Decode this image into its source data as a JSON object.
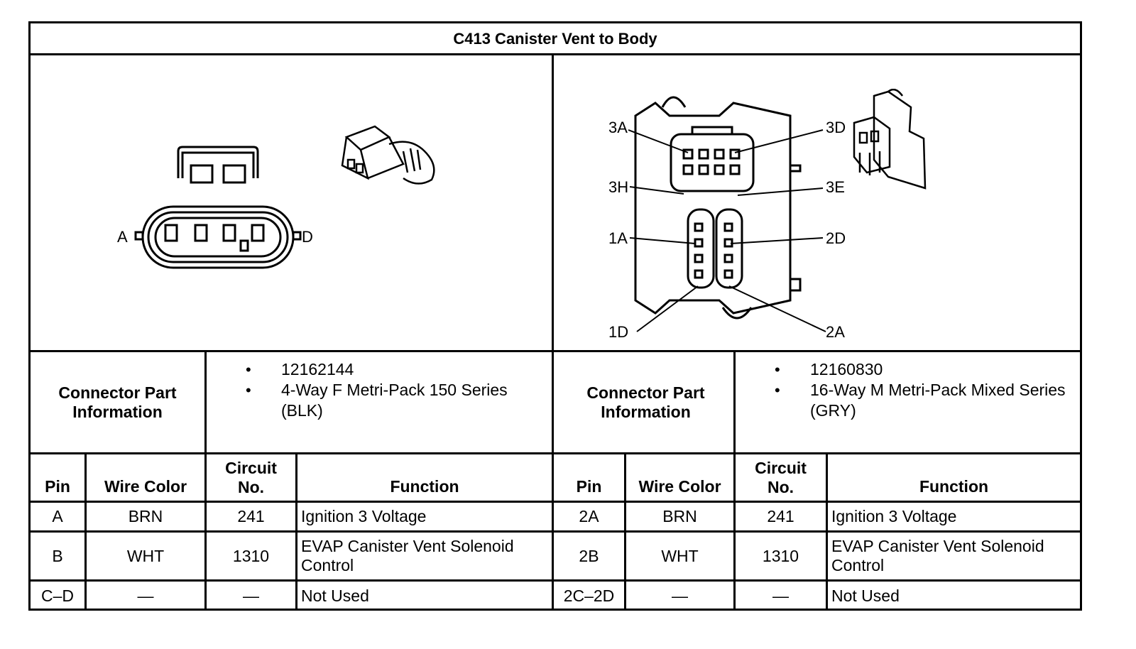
{
  "title": "C413 Canister Vent to Body",
  "left_connector": {
    "pin_labels": [
      "A",
      "D"
    ],
    "info_label": "Connector Part Information",
    "parts": [
      "12162144",
      "4-Way F Metri-Pack 150 Series (BLK)"
    ]
  },
  "right_connector": {
    "pin_labels": [
      "3A",
      "3D",
      "3H",
      "3E",
      "1A",
      "2D",
      "1D",
      "2A"
    ],
    "info_label": "Connector Part Information",
    "parts": [
      "12160830",
      "16-Way M Metri-Pack Mixed Series (GRY)"
    ]
  },
  "table": {
    "headers": [
      "Pin",
      "Wire Color",
      "Circuit No.",
      "Function"
    ],
    "left_rows": [
      [
        "A",
        "BRN",
        "241",
        "Ignition 3 Voltage"
      ],
      [
        "B",
        "WHT",
        "1310",
        "EVAP Canister Vent Solenoid Control"
      ],
      [
        "C–D",
        "—",
        "—",
        "Not Used"
      ]
    ],
    "right_rows": [
      [
        "2A",
        "BRN",
        "241",
        "Ignition 3 Voltage"
      ],
      [
        "2B",
        "WHT",
        "1310",
        "EVAP Canister Vent Solenoid Control"
      ],
      [
        "2C–2D",
        "—",
        "—",
        "Not Used"
      ]
    ]
  }
}
